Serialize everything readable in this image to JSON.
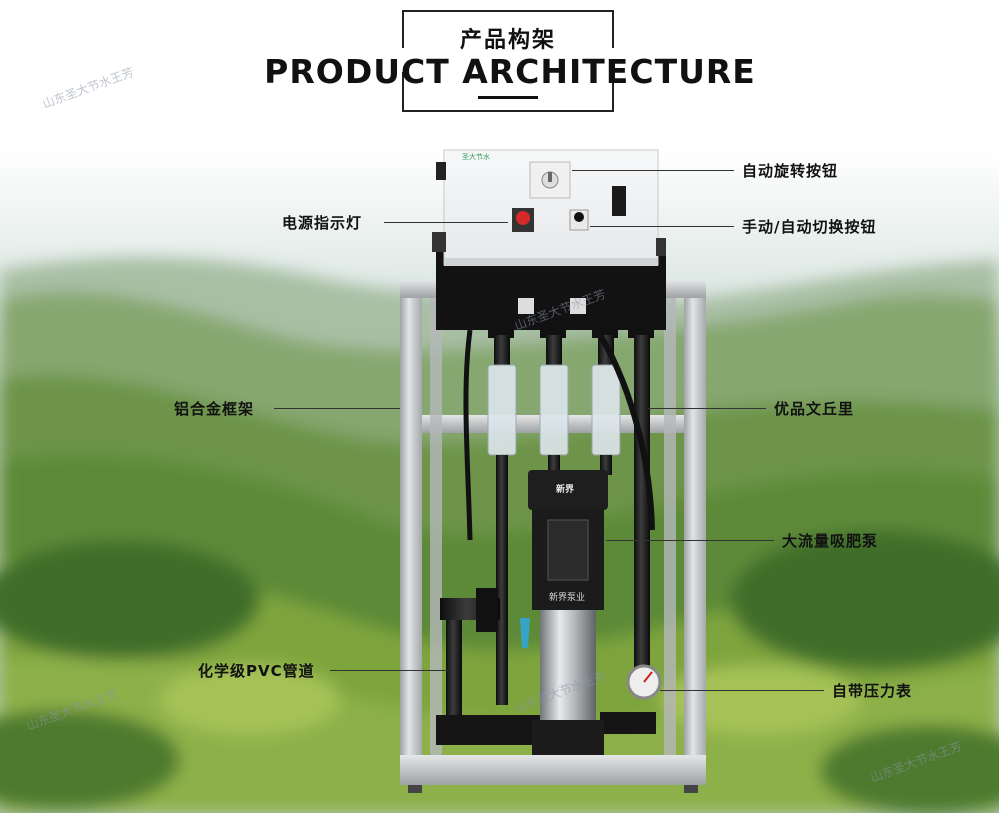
{
  "header": {
    "title_cn": "产品构架",
    "title_en": "PRODUCT  ARCHITECTURE"
  },
  "callouts": {
    "auto_rotary_button": "自动旋转按钮",
    "power_indicator": "电源指示灯",
    "manual_auto_switch": "手动/自动切换按钮",
    "aluminum_frame": "铝合金框架",
    "venturi": "优品文丘里",
    "high_flow_pump": "大流量吸肥泵",
    "pvc_pipe": "化学级PVC管道",
    "pressure_gauge": "自带压力表"
  },
  "machine": {
    "box_brand": "圣大节水",
    "pump_brand": "新界",
    "pump_text": "新界泵业"
  },
  "watermarks": {
    "mark1": "山东圣大节水王芳",
    "mark2": "山东圣大节水王芳",
    "mark3": "山东圣大节水王芳",
    "mark4": "山东圣大节水王芳"
  },
  "colors": {
    "indicator_red": "#d62a2a",
    "pump_black": "#1e1e1e",
    "frame_aluminum": "#c9cccd",
    "hills_green": "#5f8d3c"
  }
}
